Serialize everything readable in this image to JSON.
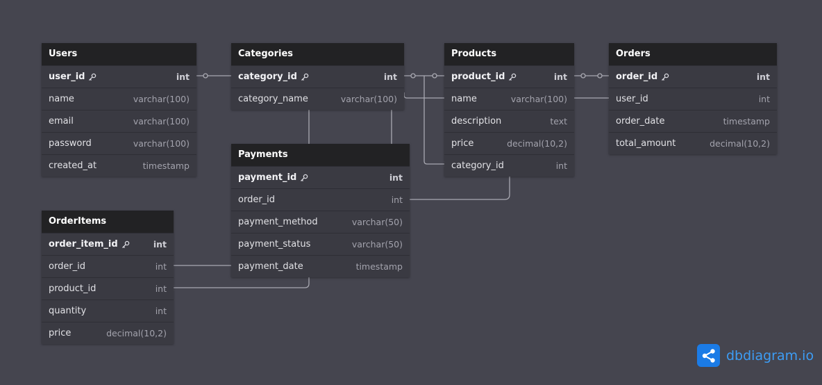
{
  "tables": {
    "users": {
      "name": "Users",
      "fields": [
        {
          "name": "user_id",
          "type": "int",
          "pk": true
        },
        {
          "name": "name",
          "type": "varchar(100)"
        },
        {
          "name": "email",
          "type": "varchar(100)"
        },
        {
          "name": "password",
          "type": "varchar(100)"
        },
        {
          "name": "created_at",
          "type": "timestamp"
        }
      ]
    },
    "categories": {
      "name": "Categories",
      "fields": [
        {
          "name": "category_id",
          "type": "int",
          "pk": true
        },
        {
          "name": "category_name",
          "type": "varchar(100)"
        }
      ]
    },
    "products": {
      "name": "Products",
      "fields": [
        {
          "name": "product_id",
          "type": "int",
          "pk": true
        },
        {
          "name": "name",
          "type": "varchar(100)"
        },
        {
          "name": "description",
          "type": "text"
        },
        {
          "name": "price",
          "type": "decimal(10,2)"
        },
        {
          "name": "category_id",
          "type": "int"
        }
      ]
    },
    "orders": {
      "name": "Orders",
      "fields": [
        {
          "name": "order_id",
          "type": "int",
          "pk": true
        },
        {
          "name": "user_id",
          "type": "int"
        },
        {
          "name": "order_date",
          "type": "timestamp"
        },
        {
          "name": "total_amount",
          "type": "decimal(10,2)"
        }
      ]
    },
    "payments": {
      "name": "Payments",
      "fields": [
        {
          "name": "payment_id",
          "type": "int",
          "pk": true
        },
        {
          "name": "order_id",
          "type": "int"
        },
        {
          "name": "payment_method",
          "type": "varchar(50)"
        },
        {
          "name": "payment_status",
          "type": "varchar(50)"
        },
        {
          "name": "payment_date",
          "type": "timestamp"
        }
      ]
    },
    "orderitems": {
      "name": "OrderItems",
      "fields": [
        {
          "name": "order_item_id",
          "type": "int",
          "pk": true
        },
        {
          "name": "order_id",
          "type": "int"
        },
        {
          "name": "product_id",
          "type": "int"
        },
        {
          "name": "quantity",
          "type": "int"
        },
        {
          "name": "price",
          "type": "decimal(10,2)"
        }
      ]
    }
  },
  "brand": {
    "text": "dbdiagram.io",
    "icon": "share-nodes-icon"
  },
  "colors": {
    "background": "#45454f",
    "header": "#222224",
    "body": "#3a3a42",
    "line": "#a9a9b2",
    "brand": "#1b7be6"
  }
}
